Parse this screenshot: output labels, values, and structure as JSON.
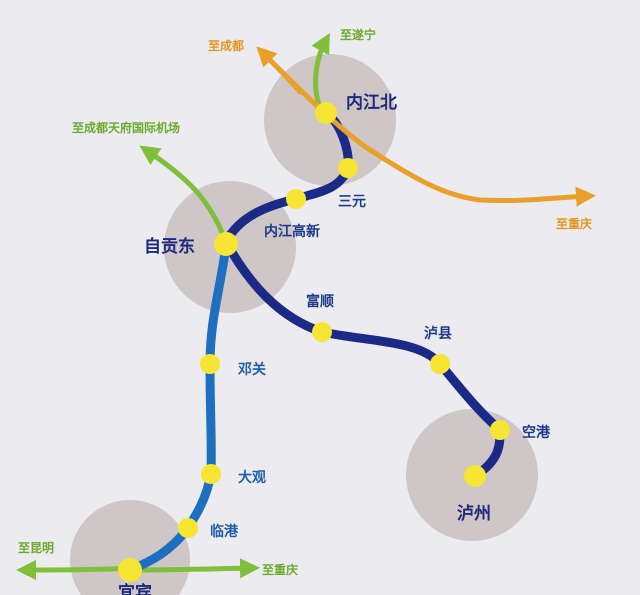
{
  "colors": {
    "background": "#ecebef",
    "halo": "#cfc6c8",
    "main_line": "#1a2a86",
    "main_line_light": "#1f6fc0",
    "connector_orange": "#e8a02a",
    "connector_green": "#7fbf3a",
    "station": "#f6e532"
  },
  "hubs": {
    "neijiang_north": "内江北",
    "zigong_east": "自贡东",
    "luzhou": "泸州",
    "yibin": "宜宾"
  },
  "stations": {
    "sanyuan": "三元",
    "neijiang_gaoxin": "内江高新",
    "fushun": "富顺",
    "luxian": "泸县",
    "konggang": "空港",
    "dengguan": "邓关",
    "daguan": "大观",
    "lingang": "临港"
  },
  "directions": {
    "to_chengdu": "至成都",
    "to_suining": "至遂宁",
    "to_chongqing_top": "至重庆",
    "to_tianfu_airport": "至成都天府国际机场",
    "to_kunming": "至昆明",
    "to_chongqing_bottom": "至重庆"
  }
}
